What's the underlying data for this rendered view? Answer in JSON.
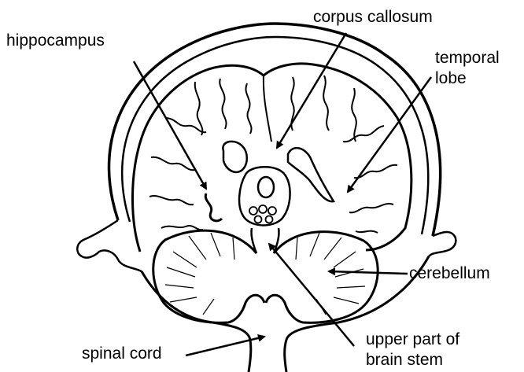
{
  "diagram": {
    "labels": {
      "hippocampus": "hippocampus",
      "corpus_callosum": "corpus callosum",
      "temporal_lobe_line1": "temporal",
      "temporal_lobe_line2": "lobe",
      "cerebellum": "cerebellum",
      "spinal_cord": "spinal cord",
      "brain_stem_line1": "upper part of",
      "brain_stem_line2": "brain stem"
    },
    "colors": {
      "ink": "#000000",
      "background": "#ffffff"
    }
  }
}
